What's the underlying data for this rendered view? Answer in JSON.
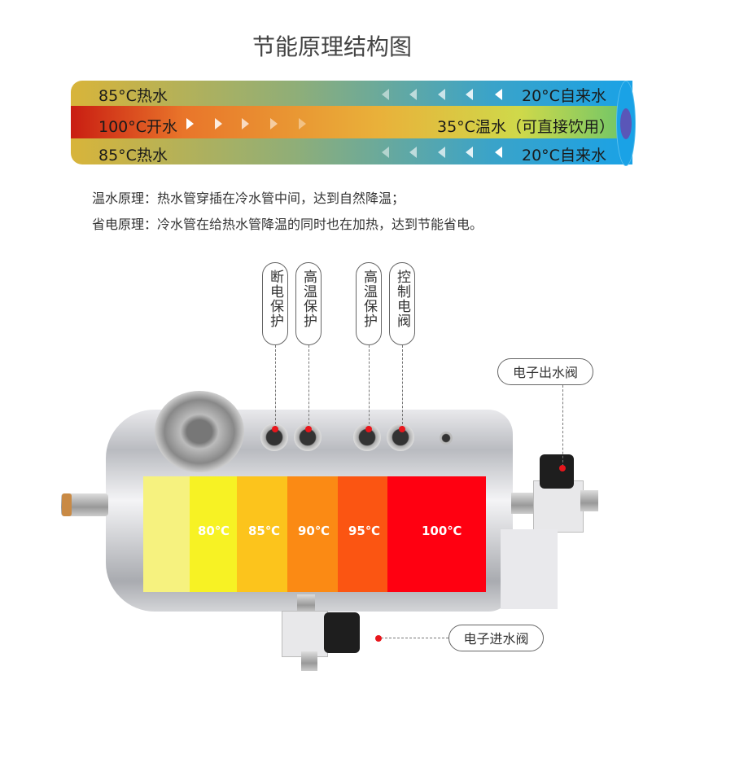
{
  "title": "节能原理结构图",
  "pipe": {
    "top_left": "85°C热水",
    "top_right": "20°C自来水",
    "mid_left": "100°C开水",
    "mid_right": "35°C温水（可直接饮用）",
    "bottom_left": "85°C热水",
    "bottom_right": "20°C自来水"
  },
  "description": [
    "温水原理：热水管穿插在冷水管中间，达到自然降温；",
    "省电原理：冷水管在给热水管降温的同时也在加热，达到节能省电。"
  ],
  "callouts": {
    "power_cut": "断电保护",
    "high_temp_1": "高温保护",
    "high_temp_2": "高温保护",
    "control_valve": "控制电阀",
    "outlet_valve": "电子出水阀",
    "inlet_valve": "电子进水阀"
  },
  "zones": [
    {
      "label": "",
      "color": "#f6f27f"
    },
    {
      "label": "80℃",
      "color": "#f7f224"
    },
    {
      "label": "85℃",
      "color": "#fcc41c"
    },
    {
      "label": "90℃",
      "color": "#fb8a14"
    },
    {
      "label": "95℃",
      "color": "#fb5512"
    },
    {
      "label": "100℃",
      "color": "#ff0011"
    }
  ]
}
